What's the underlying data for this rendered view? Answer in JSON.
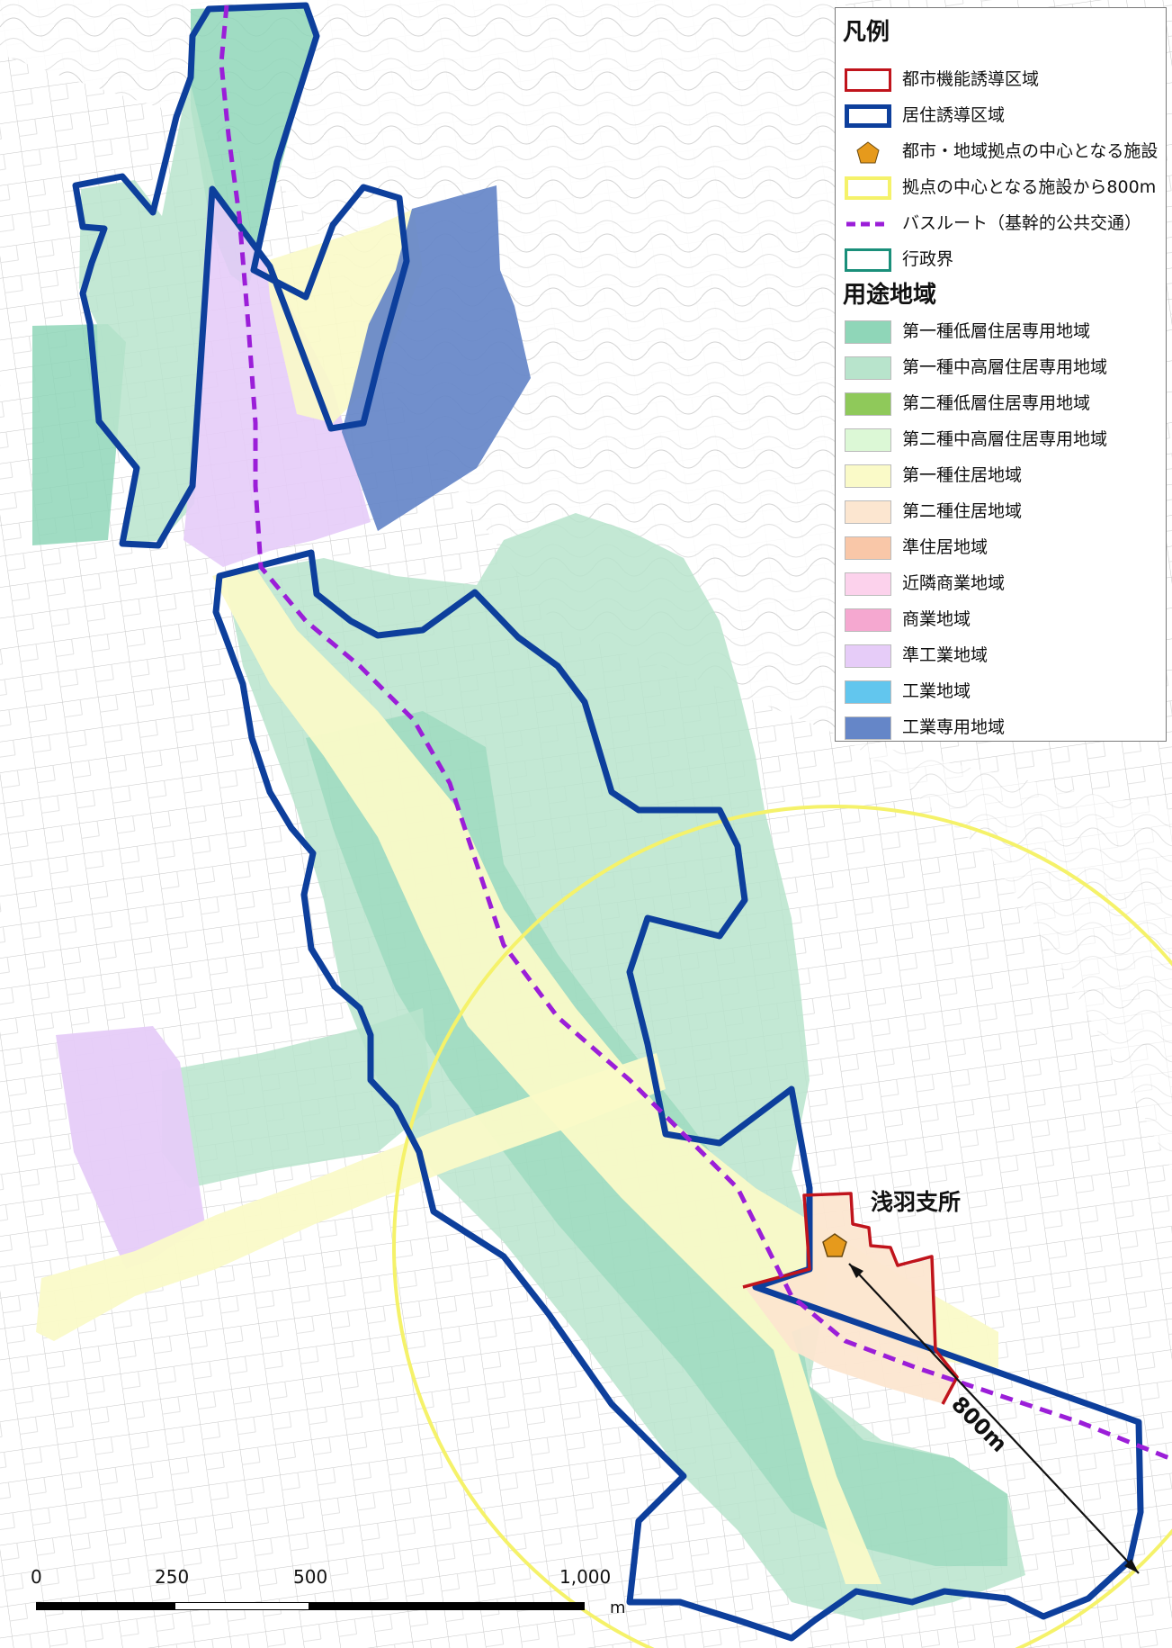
{
  "legend": {
    "title": "凡例",
    "items": [
      {
        "label": "都市機能誘導区域",
        "icon": "red-outline-box"
      },
      {
        "label": "居住誘導区域",
        "icon": "blue-outline-box"
      },
      {
        "label": "都市・地域拠点の中心となる施設",
        "icon": "orange-pentagon"
      },
      {
        "label": "拠点の中心となる施設から800m",
        "icon": "yellow-outline-box"
      },
      {
        "label": "バスルート（基幹的公共交通）",
        "icon": "purple-dashed-line"
      },
      {
        "label": "行政界",
        "icon": "green-outline-box"
      }
    ],
    "zoning_title": "用途地域",
    "zoning": [
      {
        "label": "第一種低層住居専用地域",
        "color": "#8fd6b8"
      },
      {
        "label": "第一種中高層住居専用地域",
        "color": "#b8e4cc"
      },
      {
        "label": "第二種低層住居専用地域",
        "color": "#8fc95a"
      },
      {
        "label": "第二種中高層住居専用地域",
        "color": "#dcf8d6"
      },
      {
        "label": "第一種住居地域",
        "color": "#fafac8"
      },
      {
        "label": "第二種住居地域",
        "color": "#fce6d0"
      },
      {
        "label": "準住居地域",
        "color": "#f9c7a8"
      },
      {
        "label": "近隣商業地域",
        "color": "#fcd2ec"
      },
      {
        "label": "商業地域",
        "color": "#f5a8d0"
      },
      {
        "label": "準工業地域",
        "color": "#e6ccf8"
      },
      {
        "label": "工業地域",
        "color": "#62c6ee"
      },
      {
        "label": "工業専用地域",
        "color": "#6586c8"
      }
    ]
  },
  "colors": {
    "urban_function_area": "#c0141c",
    "residential_area": "#0d3f9c",
    "facility": "#e69a1c",
    "radius_800m": "#f5f26a",
    "bus_route": "#9b1ed8",
    "admin_boundary": "#1a8f7a"
  },
  "map": {
    "place_label": "浅羽支所",
    "distance_label": "800m"
  },
  "scale_bar": {
    "ticks": [
      "0",
      "250",
      "500",
      "1,000"
    ],
    "unit": "m"
  }
}
